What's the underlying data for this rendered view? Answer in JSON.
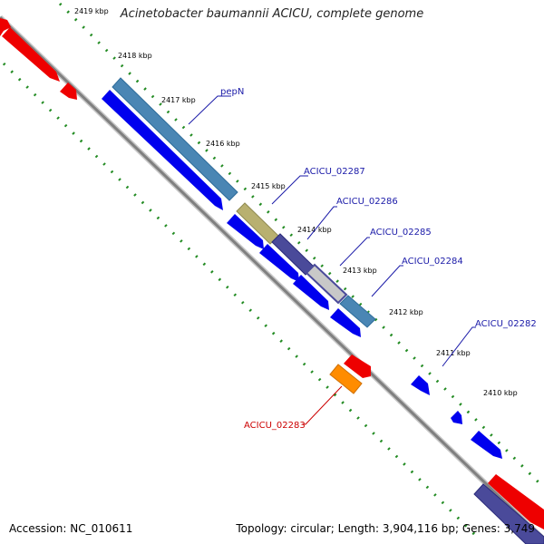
{
  "title": "Acinetobacter baumannii ACICU, complete genome",
  "footer": {
    "accession": "Accession: NC_010611",
    "summary": "Topology: circular; Length: 3,904,116 bp; Genes: 3,749"
  },
  "ticks": [
    "2419 kbp",
    "2418 kbp",
    "2417 kbp",
    "2416 kbp",
    "2415 kbp",
    "2414 kbp",
    "2413 kbp",
    "2412 kbp",
    "2411 kbp",
    "2410 kbp"
  ],
  "genes": [
    {
      "label": "pepN",
      "color": "#1a1aa8"
    },
    {
      "label": "ACICU_02287",
      "color": "#1a1aa8"
    },
    {
      "label": "ACICU_02286",
      "color": "#1a1aa8"
    },
    {
      "label": "ACICU_02285",
      "color": "#1a1aa8"
    },
    {
      "label": "ACICU_02284",
      "color": "#1a1aa8"
    },
    {
      "label": "ACICU_02282",
      "color": "#1a1aa8"
    },
    {
      "label": "ACICU_02283",
      "color": "#cc0000"
    }
  ],
  "colors": {
    "backbone": "#808080",
    "cds_blue": "#0000ee",
    "cds_red": "#ee0000",
    "cds_orange": "#ff8c00",
    "cds_steel": "#4a86b4",
    "cds_olive": "#b8b070",
    "cds_slate": "#4a4a9a",
    "tick_green": "#228b22"
  }
}
